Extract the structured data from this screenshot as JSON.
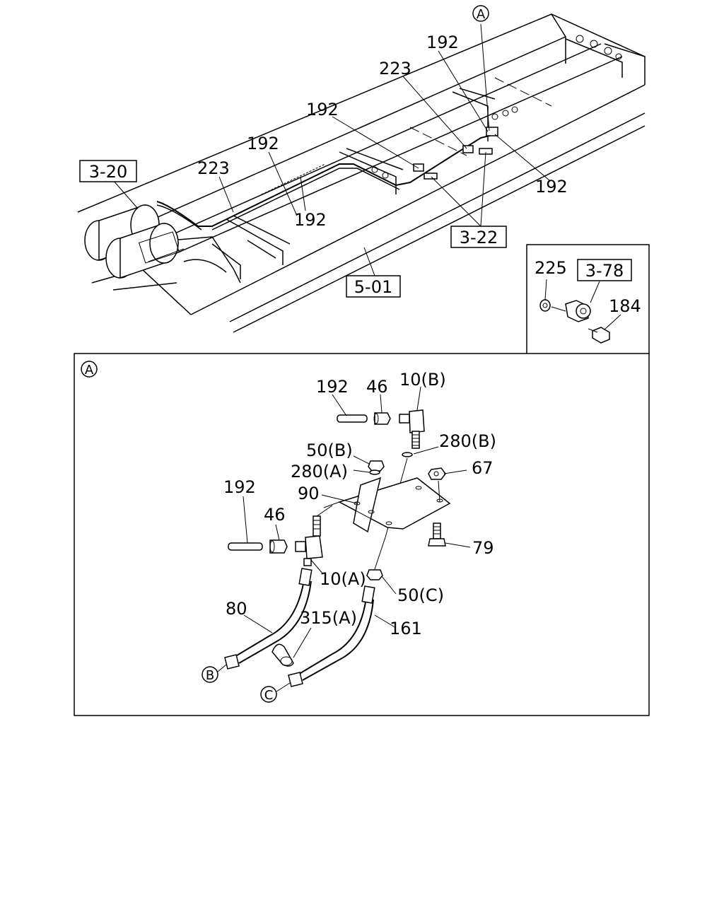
{
  "upper": {
    "callout_a": "A",
    "refs": {
      "r320": "3-20",
      "r322": "3-22",
      "r501": "5-01",
      "r378": "3-78"
    },
    "labels": {
      "l192_top": "192",
      "l223_top": "223",
      "l192_mid": "192",
      "l192_left": "192",
      "l223_left": "223",
      "l192_low": "192",
      "l192_right": "192"
    }
  },
  "inset": {
    "l225": "225",
    "l184": "184"
  },
  "detail": {
    "callout_a": "A",
    "callout_b": "B",
    "callout_c": "C",
    "labels": {
      "l192a": "192",
      "l46a": "46",
      "l10b": "10(B)",
      "l280b": "280(B)",
      "l50b": "50(B)",
      "l280a": "280(A)",
      "l67": "67",
      "l90": "90",
      "l192b": "192",
      "l46b": "46",
      "l79": "79",
      "l10a": "10(A)",
      "l50c": "50(C)",
      "l80": "80",
      "l315a": "315(A)",
      "l161": "161"
    }
  }
}
